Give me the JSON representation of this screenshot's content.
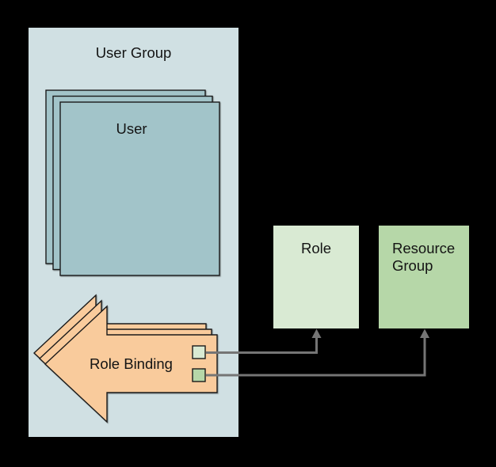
{
  "diagram": {
    "background_color": "#000000",
    "user_group": {
      "label": "User Group",
      "fill": "#d0e0e3"
    },
    "user_stack": {
      "label": "User",
      "fill": "#a2c4c9",
      "copies": 3
    },
    "role_binding": {
      "label": "Role Binding",
      "fill": "#f9cb9c",
      "copies": 3,
      "ports": [
        {
          "name": "role-reference-port",
          "fill": "#d9ead3"
        },
        {
          "name": "resource-group-reference-port",
          "fill": "#b6d7a8"
        }
      ]
    },
    "role_box": {
      "label": "Role",
      "fill": "#d9ead3"
    },
    "resource_group_box": {
      "label": "Resource Group",
      "fill": "#b6d7a8"
    },
    "connectors": {
      "color": "#757575",
      "links": [
        {
          "from": "role-binding",
          "to": "role",
          "arrow": "up"
        },
        {
          "from": "role-binding",
          "to": "resource-group",
          "arrow": "up"
        }
      ]
    }
  }
}
